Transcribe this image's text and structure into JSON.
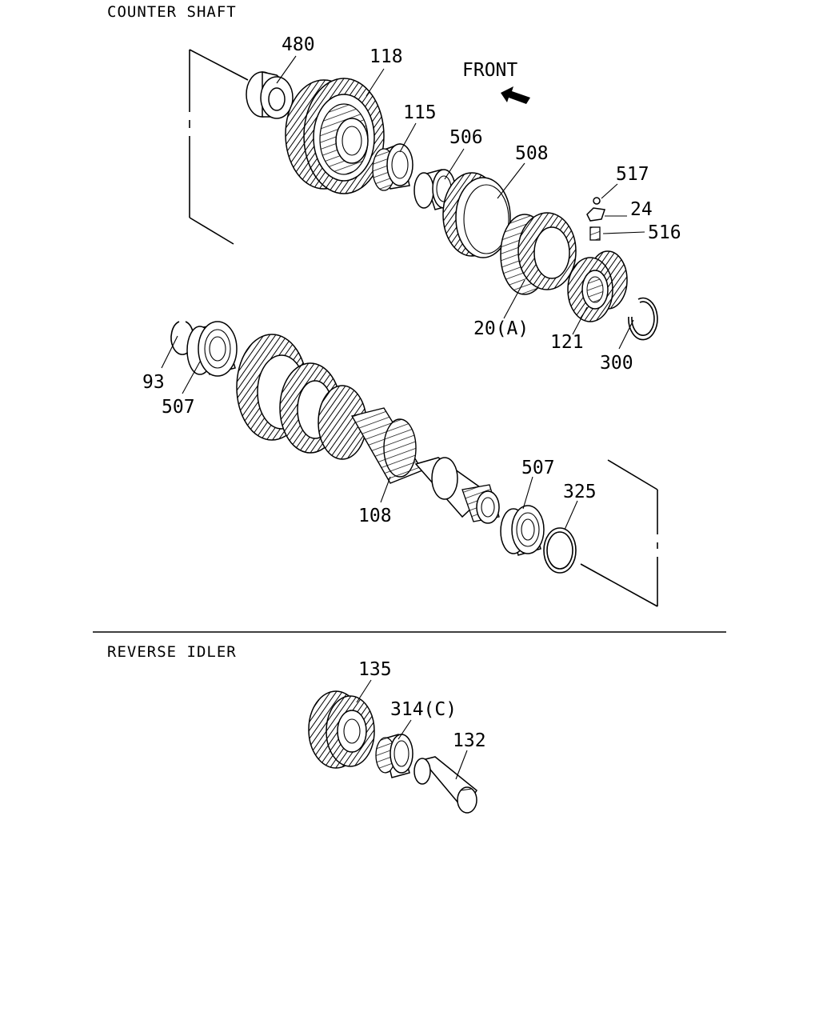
{
  "sections": {
    "counter_shaft": "COUNTER SHAFT",
    "reverse_idler": "REVERSE IDLER"
  },
  "direction_label": "FRONT",
  "callouts": {
    "p480": "480",
    "p118": "118",
    "p115": "115",
    "p506": "506",
    "p508": "508",
    "p517": "517",
    "p24": "24",
    "p516": "516",
    "p20a": "20(A)",
    "p121": "121",
    "p300": "300",
    "p93": "93",
    "p507a": "507",
    "p108": "108",
    "p507b": "507",
    "p325": "325",
    "p135": "135",
    "p314c": "314(C)",
    "p132": "132"
  }
}
